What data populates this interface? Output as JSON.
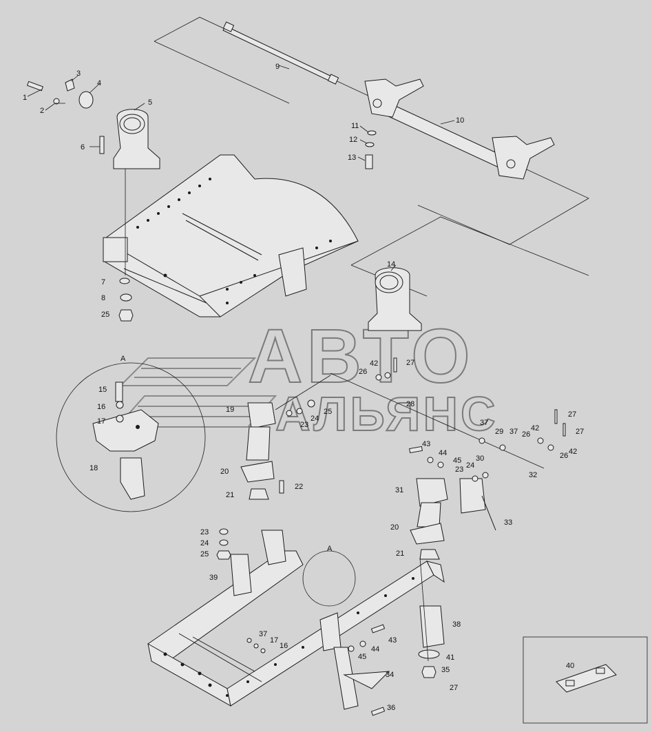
{
  "watermark": {
    "line1": "АВТО",
    "line2": "АЛЬЯНС"
  },
  "detail_label": "A",
  "callouts": [
    {
      "id": "c1",
      "text": "1"
    },
    {
      "id": "c2",
      "text": "2"
    },
    {
      "id": "c3",
      "text": "3"
    },
    {
      "id": "c4",
      "text": "4"
    },
    {
      "id": "c5",
      "text": "5"
    },
    {
      "id": "c6",
      "text": "6"
    },
    {
      "id": "c7",
      "text": "7"
    },
    {
      "id": "c8",
      "text": "8"
    },
    {
      "id": "c9",
      "text": "9"
    },
    {
      "id": "c10",
      "text": "10"
    },
    {
      "id": "c11",
      "text": "11"
    },
    {
      "id": "c12",
      "text": "12"
    },
    {
      "id": "c13",
      "text": "13"
    },
    {
      "id": "c14",
      "text": "14"
    },
    {
      "id": "c25a",
      "text": "25"
    },
    {
      "id": "c15",
      "text": "15"
    },
    {
      "id": "c16a",
      "text": "16"
    },
    {
      "id": "c17a",
      "text": "17"
    },
    {
      "id": "c18",
      "text": "18"
    },
    {
      "id": "c19",
      "text": "19"
    },
    {
      "id": "c20a",
      "text": "20"
    },
    {
      "id": "c21a",
      "text": "21"
    },
    {
      "id": "c22",
      "text": "22"
    },
    {
      "id": "c23a",
      "text": "23"
    },
    {
      "id": "c24a",
      "text": "24"
    },
    {
      "id": "c25b",
      "text": "25"
    },
    {
      "id": "c26a",
      "text": "26"
    },
    {
      "id": "c42a",
      "text": "42"
    },
    {
      "id": "c27a",
      "text": "27"
    },
    {
      "id": "c28",
      "text": "28"
    },
    {
      "id": "c37a",
      "text": "37"
    },
    {
      "id": "c29",
      "text": "29"
    },
    {
      "id": "c37b",
      "text": "37"
    },
    {
      "id": "c42b",
      "text": "42"
    },
    {
      "id": "c27b",
      "text": "27"
    },
    {
      "id": "c27c",
      "text": "27"
    },
    {
      "id": "c26b",
      "text": "26"
    },
    {
      "id": "c26c",
      "text": "26"
    },
    {
      "id": "c42c",
      "text": "42"
    },
    {
      "id": "c43a",
      "text": "43"
    },
    {
      "id": "c44a",
      "text": "44"
    },
    {
      "id": "c45a",
      "text": "45"
    },
    {
      "id": "c24b",
      "text": "24"
    },
    {
      "id": "c30",
      "text": "30"
    },
    {
      "id": "c23b",
      "text": "23"
    },
    {
      "id": "c32",
      "text": "32"
    },
    {
      "id": "c31",
      "text": "31"
    },
    {
      "id": "c33",
      "text": "33"
    },
    {
      "id": "c20b",
      "text": "20"
    },
    {
      "id": "c21b",
      "text": "21"
    },
    {
      "id": "c23c",
      "text": "23"
    },
    {
      "id": "c24c",
      "text": "24"
    },
    {
      "id": "c25c",
      "text": "25"
    },
    {
      "id": "c39",
      "text": "39"
    },
    {
      "id": "c38",
      "text": "38"
    },
    {
      "id": "c37c",
      "text": "37"
    },
    {
      "id": "c17b",
      "text": "17"
    },
    {
      "id": "c16b",
      "text": "16"
    },
    {
      "id": "c43b",
      "text": "43"
    },
    {
      "id": "c44b",
      "text": "44"
    },
    {
      "id": "c45b",
      "text": "45"
    },
    {
      "id": "c41",
      "text": "41"
    },
    {
      "id": "c35",
      "text": "35"
    },
    {
      "id": "c27d",
      "text": "27"
    },
    {
      "id": "c34",
      "text": "34"
    },
    {
      "id": "c36",
      "text": "36"
    },
    {
      "id": "c40",
      "text": "40"
    }
  ]
}
